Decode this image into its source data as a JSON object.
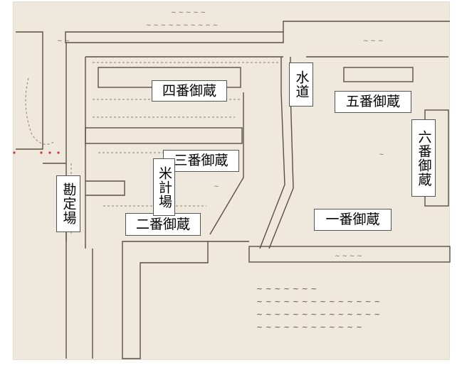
{
  "map": {
    "labels": {
      "storehouse_4": "四番御蔵",
      "storehouse_3": "三番御蔵",
      "storehouse_2": "二番御蔵",
      "storehouse_1": "一番御蔵",
      "storehouse_5": "五番御蔵",
      "storehouse_6": "六番御蔵",
      "water_supply": "水道",
      "rice_weighing_place": "米計場",
      "accounting_office": "勘定場"
    }
  }
}
